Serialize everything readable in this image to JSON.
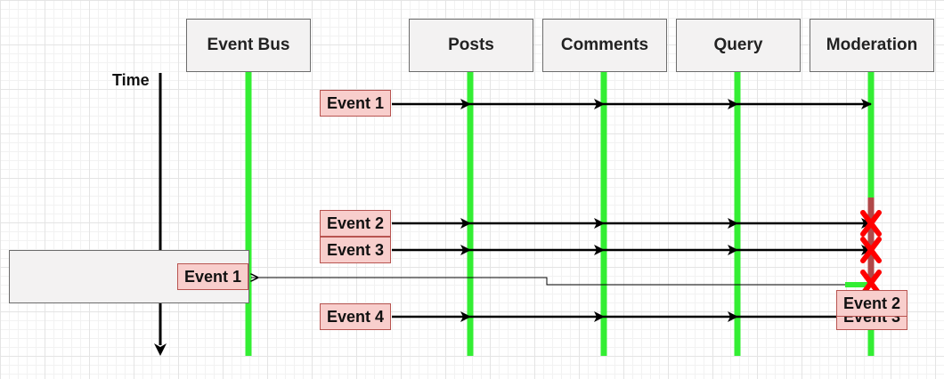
{
  "services": [
    {
      "id": "event-bus",
      "label": "Event Bus"
    },
    {
      "id": "posts",
      "label": "Posts"
    },
    {
      "id": "comments",
      "label": "Comments"
    },
    {
      "id": "query",
      "label": "Query"
    },
    {
      "id": "moderation",
      "label": "Moderation"
    }
  ],
  "time_label": "Time",
  "events": {
    "emitted": [
      "Event 1",
      "Event 2",
      "Event 3",
      "Event 4"
    ],
    "reemitted": "Event 1",
    "queued_front": "Event 2",
    "queued_back": "Event 3"
  },
  "colors": {
    "lifeline": "#33ee33",
    "lifeline_down": "#b04848",
    "event_fill": "#f8cecc",
    "event_border": "#b85450",
    "box_fill": "#f3f2f2",
    "failure": "#ff0000"
  },
  "icons": [
    "x-mark-icon",
    "arrow-head-icon"
  ]
}
